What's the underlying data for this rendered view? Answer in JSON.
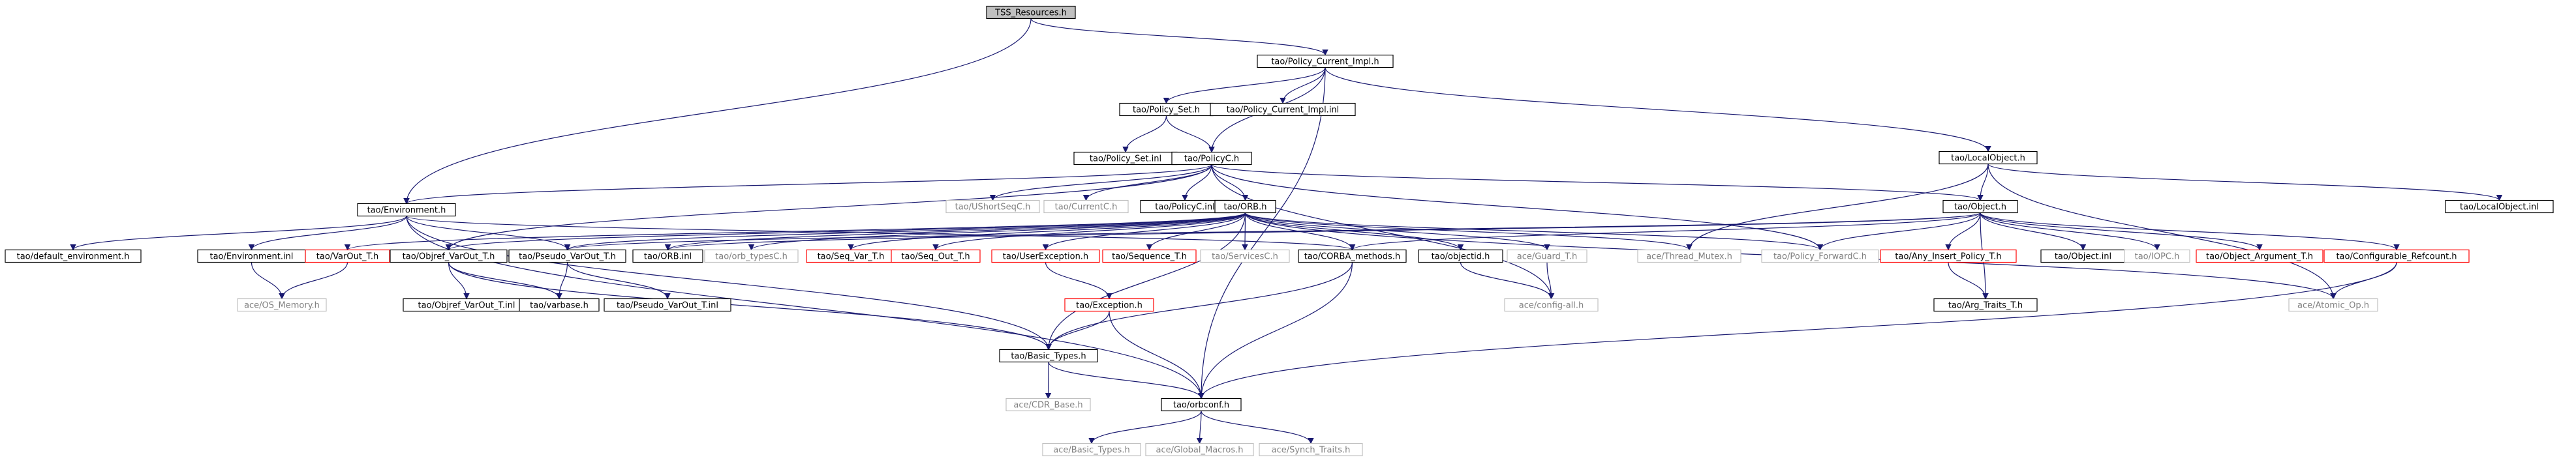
{
  "graph": {
    "colors": {
      "background": "#ffffff",
      "root_fill": "#c0c0c0",
      "node_fill": "#ffffff",
      "node_border": "#000000",
      "truncated_border": "#ff0000",
      "missing_border": "#c0c0c0",
      "missing_text": "#808080",
      "edge": "#191970",
      "arrow": "#191970"
    },
    "nodes": [
      {
        "id": "tss",
        "label": "TSS_Resources.h",
        "style": "root"
      },
      {
        "id": "pci_h",
        "label": "tao/Policy_Current_Impl.h",
        "style": "normal"
      },
      {
        "id": "env_h",
        "label": "tao/Environment.h",
        "style": "normal"
      },
      {
        "id": "polset_h",
        "label": "tao/Policy_Set.h",
        "style": "normal"
      },
      {
        "id": "pci_inl",
        "label": "tao/Policy_Current_Impl.inl",
        "style": "normal"
      },
      {
        "id": "lobj_h",
        "label": "tao/LocalObject.h",
        "style": "normal"
      },
      {
        "id": "polset_inl",
        "label": "tao/Policy_Set.inl",
        "style": "normal"
      },
      {
        "id": "polc_h",
        "label": "tao/PolicyC.h",
        "style": "normal"
      },
      {
        "id": "lobj_inl",
        "label": "tao/LocalObject.inl",
        "style": "normal"
      },
      {
        "id": "ushort",
        "label": "tao/UShortSeqC.h",
        "style": "missing"
      },
      {
        "id": "curc",
        "label": "tao/CurrentC.h",
        "style": "missing"
      },
      {
        "id": "polc_inl",
        "label": "tao/PolicyC.inl",
        "style": "normal"
      },
      {
        "id": "orb_h",
        "label": "tao/ORB.h",
        "style": "normal"
      },
      {
        "id": "obj_h",
        "label": "tao/Object.h",
        "style": "normal"
      },
      {
        "id": "defenv",
        "label": "tao/default_environment.h",
        "style": "normal"
      },
      {
        "id": "env_inl",
        "label": "tao/Environment.inl",
        "style": "normal"
      },
      {
        "id": "varout",
        "label": "tao/VarOut_T.h",
        "style": "truncated"
      },
      {
        "id": "objref",
        "label": "tao/Objref_VarOut_T.h",
        "style": "normal"
      },
      {
        "id": "pseudo",
        "label": "tao/Pseudo_VarOut_T.h",
        "style": "normal"
      },
      {
        "id": "orb_inl",
        "label": "tao/ORB.inl",
        "style": "normal"
      },
      {
        "id": "orbtypes",
        "label": "tao/orb_typesC.h",
        "style": "missing"
      },
      {
        "id": "seqvar",
        "label": "tao/Seq_Var_T.h",
        "style": "truncated"
      },
      {
        "id": "seqout",
        "label": "tao/Seq_Out_T.h",
        "style": "truncated"
      },
      {
        "id": "userexc",
        "label": "tao/UserException.h",
        "style": "truncated"
      },
      {
        "id": "seqt",
        "label": "tao/Sequence_T.h",
        "style": "truncated"
      },
      {
        "id": "servc",
        "label": "tao/ServicesC.h",
        "style": "missing"
      },
      {
        "id": "corba",
        "label": "tao/CORBA_methods.h",
        "style": "normal"
      },
      {
        "id": "objectid",
        "label": "tao/objectid.h",
        "style": "normal"
      },
      {
        "id": "guard",
        "label": "ace/Guard_T.h",
        "style": "missing"
      },
      {
        "id": "threadmx",
        "label": "ace/Thread_Mutex.h",
        "style": "missing"
      },
      {
        "id": "polfwd",
        "label": "tao/Policy_ForwardC.h",
        "style": "missing"
      },
      {
        "id": "anyins",
        "label": "tao/Any_Insert_Policy_T.h",
        "style": "truncated"
      },
      {
        "id": "obj_inl",
        "label": "tao/Object.inl",
        "style": "normal"
      },
      {
        "id": "iopc",
        "label": "tao/IOPC.h",
        "style": "missing"
      },
      {
        "id": "objarg",
        "label": "tao/Object_Argument_T.h",
        "style": "truncated"
      },
      {
        "id": "confref",
        "label": "tao/Configurable_Refcount.h",
        "style": "truncated"
      },
      {
        "id": "osmem",
        "label": "ace/OS_Memory.h",
        "style": "missing"
      },
      {
        "id": "objref_inl",
        "label": "tao/Objref_VarOut_T.inl",
        "style": "normal"
      },
      {
        "id": "varbase",
        "label": "tao/varbase.h",
        "style": "normal"
      },
      {
        "id": "pseudo_inl",
        "label": "tao/Pseudo_VarOut_T.inl",
        "style": "normal"
      },
      {
        "id": "exc",
        "label": "tao/Exception.h",
        "style": "truncated"
      },
      {
        "id": "config",
        "label": "ace/config-all.h",
        "style": "missing"
      },
      {
        "id": "argtraits",
        "label": "tao/Arg_Traits_T.h",
        "style": "normal"
      },
      {
        "id": "atomic",
        "label": "ace/Atomic_Op.h",
        "style": "missing"
      },
      {
        "id": "basic",
        "label": "tao/Basic_Types.h",
        "style": "normal"
      },
      {
        "id": "cdr",
        "label": "ace/CDR_Base.h",
        "style": "missing"
      },
      {
        "id": "orbconf",
        "label": "tao/orbconf.h",
        "style": "normal"
      },
      {
        "id": "acebasic",
        "label": "ace/Basic_Types.h",
        "style": "missing"
      },
      {
        "id": "globmac",
        "label": "ace/Global_Macros.h",
        "style": "missing"
      },
      {
        "id": "synch",
        "label": "ace/Synch_Traits.h",
        "style": "missing"
      }
    ],
    "edges": [
      [
        "tss",
        "pci_h"
      ],
      [
        "tss",
        "env_h"
      ],
      [
        "pci_h",
        "polset_h"
      ],
      [
        "pci_h",
        "pci_inl"
      ],
      [
        "pci_h",
        "polc_h"
      ],
      [
        "pci_h",
        "lobj_h"
      ],
      [
        "pci_h",
        "orbconf"
      ],
      [
        "polset_h",
        "polset_inl"
      ],
      [
        "polset_h",
        "polc_h"
      ],
      [
        "lobj_h",
        "obj_h"
      ],
      [
        "lobj_h",
        "lobj_inl"
      ],
      [
        "lobj_h",
        "threadmx"
      ],
      [
        "lobj_h",
        "atomic"
      ],
      [
        "polc_h",
        "env_h"
      ],
      [
        "polc_h",
        "ushort"
      ],
      [
        "polc_h",
        "curc"
      ],
      [
        "polc_h",
        "polc_inl"
      ],
      [
        "polc_h",
        "orb_h"
      ],
      [
        "polc_h",
        "obj_h"
      ],
      [
        "polc_h",
        "polfwd"
      ],
      [
        "polc_h",
        "config"
      ],
      [
        "polc_h",
        "objref"
      ],
      [
        "env_h",
        "defenv"
      ],
      [
        "env_h",
        "env_inl"
      ],
      [
        "env_h",
        "pseudo"
      ],
      [
        "env_h",
        "corba"
      ],
      [
        "env_h",
        "basic"
      ],
      [
        "env_h",
        "orbconf"
      ],
      [
        "env_inl",
        "osmem"
      ],
      [
        "varout",
        "osmem"
      ],
      [
        "orb_h",
        "varout"
      ],
      [
        "orb_h",
        "objref"
      ],
      [
        "orb_h",
        "pseudo"
      ],
      [
        "orb_h",
        "orb_inl"
      ],
      [
        "orb_h",
        "orbtypes"
      ],
      [
        "orb_h",
        "seqvar"
      ],
      [
        "orb_h",
        "seqout"
      ],
      [
        "orb_h",
        "userexc"
      ],
      [
        "orb_h",
        "seqt"
      ],
      [
        "orb_h",
        "servc"
      ],
      [
        "orb_h",
        "corba"
      ],
      [
        "orb_h",
        "objectid"
      ],
      [
        "orb_h",
        "guard"
      ],
      [
        "orb_h",
        "threadmx"
      ],
      [
        "orb_h",
        "polfwd"
      ],
      [
        "orb_h",
        "atomic"
      ],
      [
        "orb_h",
        "basic"
      ],
      [
        "obj_h",
        "pseudo"
      ],
      [
        "obj_h",
        "corba"
      ],
      [
        "obj_h",
        "polfwd"
      ],
      [
        "obj_h",
        "anyins"
      ],
      [
        "obj_h",
        "obj_inl"
      ],
      [
        "obj_h",
        "iopc"
      ],
      [
        "obj_h",
        "objarg"
      ],
      [
        "obj_h",
        "confref"
      ],
      [
        "obj_h",
        "argtraits"
      ],
      [
        "obj_h",
        "orb_inl"
      ],
      [
        "objref",
        "objref_inl"
      ],
      [
        "objref",
        "varbase"
      ],
      [
        "objref",
        "basic"
      ],
      [
        "pseudo",
        "varbase"
      ],
      [
        "pseudo",
        "pseudo_inl"
      ],
      [
        "userexc",
        "exc"
      ],
      [
        "exc",
        "basic"
      ],
      [
        "exc",
        "orbconf"
      ],
      [
        "corba",
        "basic"
      ],
      [
        "corba",
        "orbconf"
      ],
      [
        "objectid",
        "config"
      ],
      [
        "guard",
        "config"
      ],
      [
        "anyins",
        "argtraits"
      ],
      [
        "confref",
        "atomic"
      ],
      [
        "confref",
        "orbconf"
      ],
      [
        "basic",
        "cdr"
      ],
      [
        "basic",
        "orbconf"
      ],
      [
        "orbconf",
        "acebasic"
      ],
      [
        "orbconf",
        "globmac"
      ],
      [
        "orbconf",
        "synch"
      ]
    ]
  }
}
